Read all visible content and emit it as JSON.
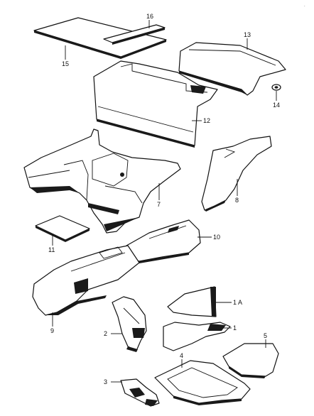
{
  "diagram": {
    "callouts": {
      "c1": "1",
      "c1a": "1 A",
      "c2": "2",
      "c3": "3",
      "c4": "4",
      "c5": "5",
      "c7": "7",
      "c8": "8",
      "c9": "9",
      "c10": "10",
      "c11": "11",
      "c12": "12",
      "c13": "13",
      "c14": "14",
      "c15": "15",
      "c16": "16"
    },
    "stray_mark": "."
  }
}
